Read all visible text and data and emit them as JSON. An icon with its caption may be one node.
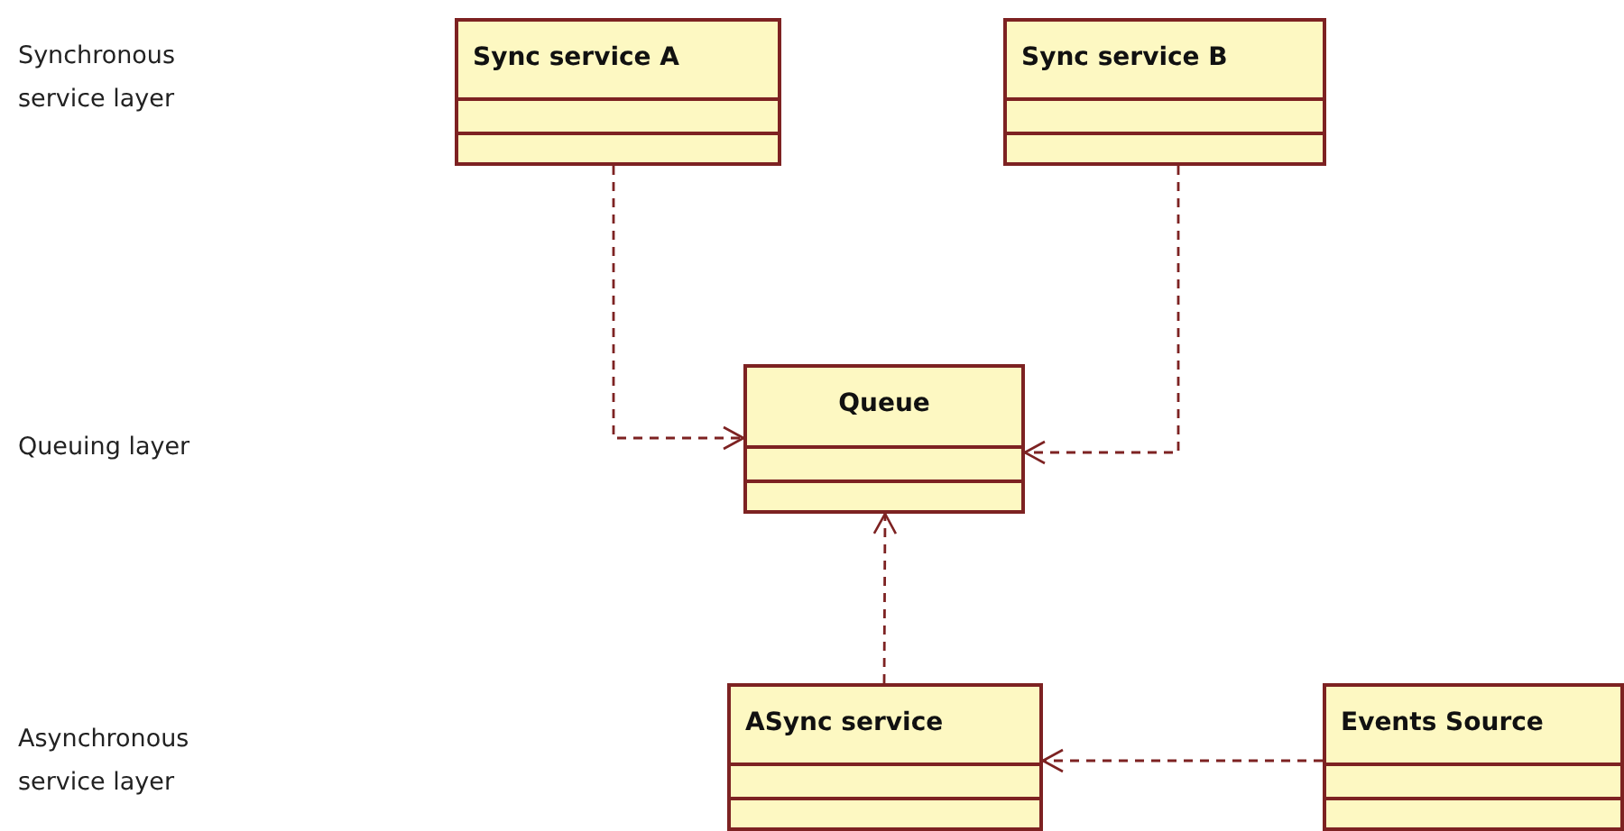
{
  "diagram": {
    "nodes": [
      {
        "text": [
          "Sync service A"
        ]
      },
      {
        "text": [
          "Sync service B"
        ]
      },
      {
        "text": [
          "Queue"
        ]
      },
      {
        "text": [
          "ASync service"
        ]
      },
      {
        "text": [
          "Events Source"
        ]
      }
    ],
    "edges": [
      {
        "from": 0,
        "to": 2,
        "arrow": "to",
        "style": "dashed"
      },
      {
        "from": 1,
        "to": 2,
        "arrow": "to",
        "style": "dashed"
      },
      {
        "from": 3,
        "to": 2,
        "arrow": "to",
        "style": "dashed"
      },
      {
        "from": 4,
        "to": 3,
        "arrow": "to",
        "style": "dashed"
      }
    ],
    "labels": [
      "Synchronous service layer",
      "Queuing layer",
      "Asynchronous service layer"
    ]
  }
}
